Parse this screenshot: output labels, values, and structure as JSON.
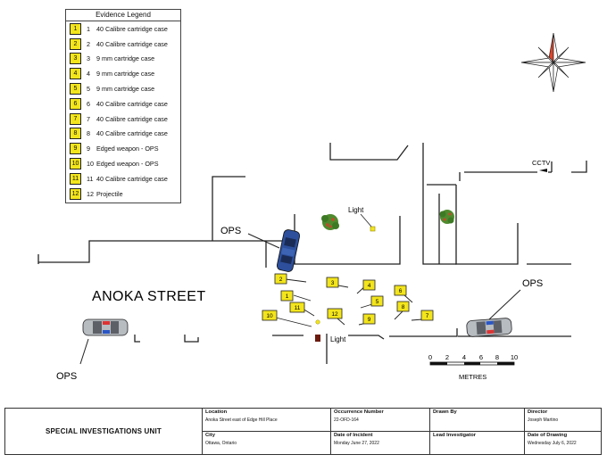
{
  "legend": {
    "title": "Evidence Legend",
    "items": [
      {
        "num": "1",
        "label": "40 Calibre cartridge case"
      },
      {
        "num": "2",
        "label": "40 Calibre cartridge case"
      },
      {
        "num": "3",
        "label": "9 mm cartridge case"
      },
      {
        "num": "4",
        "label": "9 mm cartridge case"
      },
      {
        "num": "5",
        "label": "9 mm cartridge case"
      },
      {
        "num": "6",
        "label": "40 Calibre cartridge case"
      },
      {
        "num": "7",
        "label": "40 Calibre cartridge case"
      },
      {
        "num": "8",
        "label": "40 Calibre cartridge case"
      },
      {
        "num": "9",
        "label": "Edged weapon - OPS"
      },
      {
        "num": "10",
        "label": "Edged weapon - OPS"
      },
      {
        "num": "11",
        "label": "40 Calibre cartridge case"
      },
      {
        "num": "12",
        "label": "Projectile"
      }
    ]
  },
  "map": {
    "street": "ANOKA STREET",
    "ops_label": "OPS",
    "light_label": "Light",
    "cctv_label": "CCTV",
    "markers": [
      "1",
      "2",
      "3",
      "4",
      "5",
      "6",
      "7",
      "8",
      "9",
      "10",
      "11",
      "12"
    ]
  },
  "scale": {
    "ticks": [
      "0",
      "2",
      "4",
      "6",
      "8",
      "10"
    ],
    "unit": "METRES"
  },
  "footer": {
    "unit": "SPECIAL INVESTIGATIONS UNIT",
    "location_label": "Location",
    "location_value": "Anoka Street east of Edge Hill Place",
    "city_label": "City",
    "city_value": "Ottawa, Ontario",
    "occurrence_label": "Occurrence Number",
    "occurrence_value": "22-OFD-164",
    "incident_label": "Date of Incident",
    "incident_value": "Monday June 27, 2022",
    "drawn_label": "Drawn By",
    "drawn_value": "",
    "lead_label": "Lead Investigator",
    "lead_value": "",
    "director_label": "Director",
    "director_value": "Joseph Martino",
    "drawing_date_label": "Date of Drawing",
    "drawing_date_value": "Wednesday July 6, 2022"
  },
  "colors": {
    "marker": "#f3e51c",
    "tree_leaf": "#4f8b2e",
    "tree_berry": "#c8452c",
    "police_car": "#aeb3b8",
    "blue_car": "#2d4f9c",
    "compass_red": "#e0442a"
  }
}
